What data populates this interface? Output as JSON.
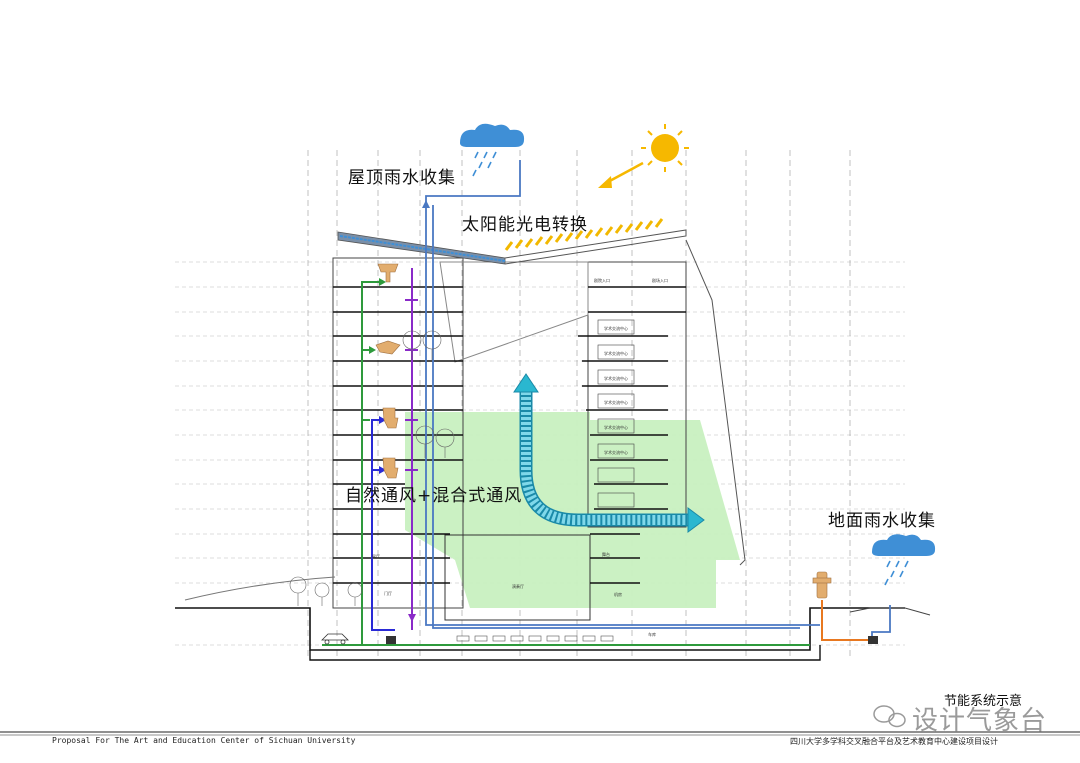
{
  "labels": {
    "roof_rain": "屋顶雨水收集",
    "solar": "太阳能光电转换",
    "ventilation": "自然通风+混合式通风",
    "ground_rain": "地面雨水收集",
    "diagram_title": "节能系统示意"
  },
  "footer": {
    "left": "Proposal For The Art and Education Center of Sichuan University",
    "right": "四川大学多学科交叉融合平台及艺术教育中心建设项目设计"
  },
  "watermark": "设计气象台",
  "room_labels": [
    "剧院入口",
    "剧场入口",
    "学术交流中心",
    "学术交流中心",
    "学术交流中心",
    "学术交流中心",
    "学术交流中心",
    "学术交流中心",
    "演奏厅",
    "门厅",
    "展厅",
    "舞台",
    "机房",
    "车库"
  ],
  "colors": {
    "ventilation_area": "#c8f0c0",
    "airflow_arrow": "#2ab7d0",
    "rain_cloud": "#3f8fd6",
    "sun": "#f6b800",
    "water_pipe": "#4a78c2",
    "supply_pipe": "#2a2ad6",
    "drain_pipe": "#8a2ac8",
    "green_pipe": "#2e9a3c",
    "orange_pipe": "#e87820",
    "solar_panel": "#f2b800"
  },
  "icons": [
    "rain-cloud-icon",
    "sun-icon",
    "tree-icon",
    "toilet-icon",
    "washbasin-icon",
    "fire-hydrant-icon",
    "car-icon"
  ]
}
